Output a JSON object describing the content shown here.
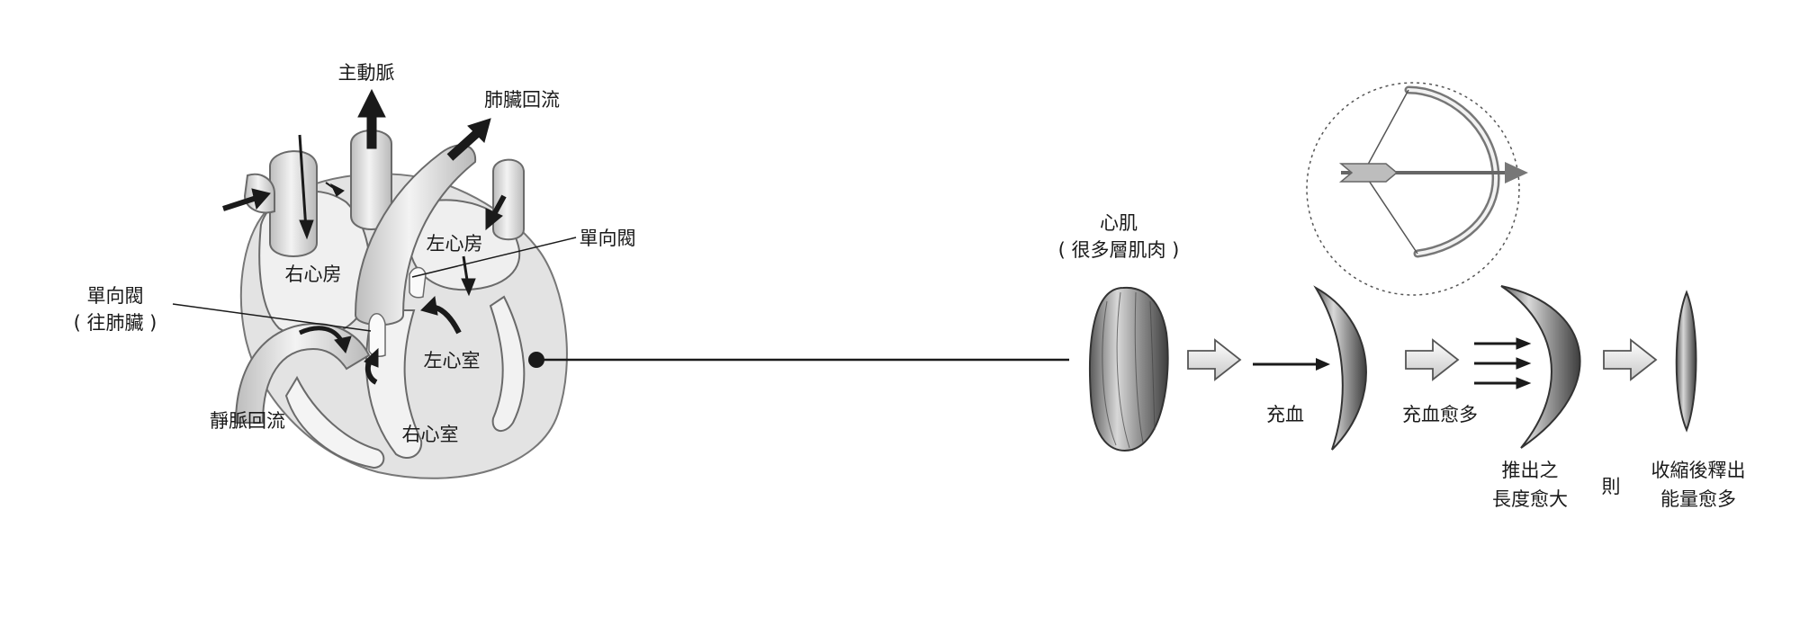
{
  "heart": {
    "aorta": "主動脈",
    "pulmonary_return": "肺臟回流",
    "right_atrium": "右心房",
    "left_atrium": "左心房",
    "valve_right": "單向閥",
    "valve_left_line1": "單向閥",
    "valve_left_line2": "( 往肺臟 )",
    "left_ventricle": "左心室",
    "right_ventricle": "右心室",
    "venous_return": "靜脈回流"
  },
  "muscle": {
    "title_line1": "心肌",
    "title_line2": "( 很多層肌肉 )",
    "fill": "充血",
    "fill_more": "充血愈多",
    "push_line1": "推出之",
    "push_line2": "長度愈大",
    "then": "則",
    "release_line1": "收縮後釋出",
    "release_line2": "能量愈多"
  },
  "colors": {
    "ink": "#1a1a1a",
    "vessel": "#e9e9e9",
    "vessel_stroke": "#6a6a6a",
    "heart_bg": "#e3e3e3"
  }
}
